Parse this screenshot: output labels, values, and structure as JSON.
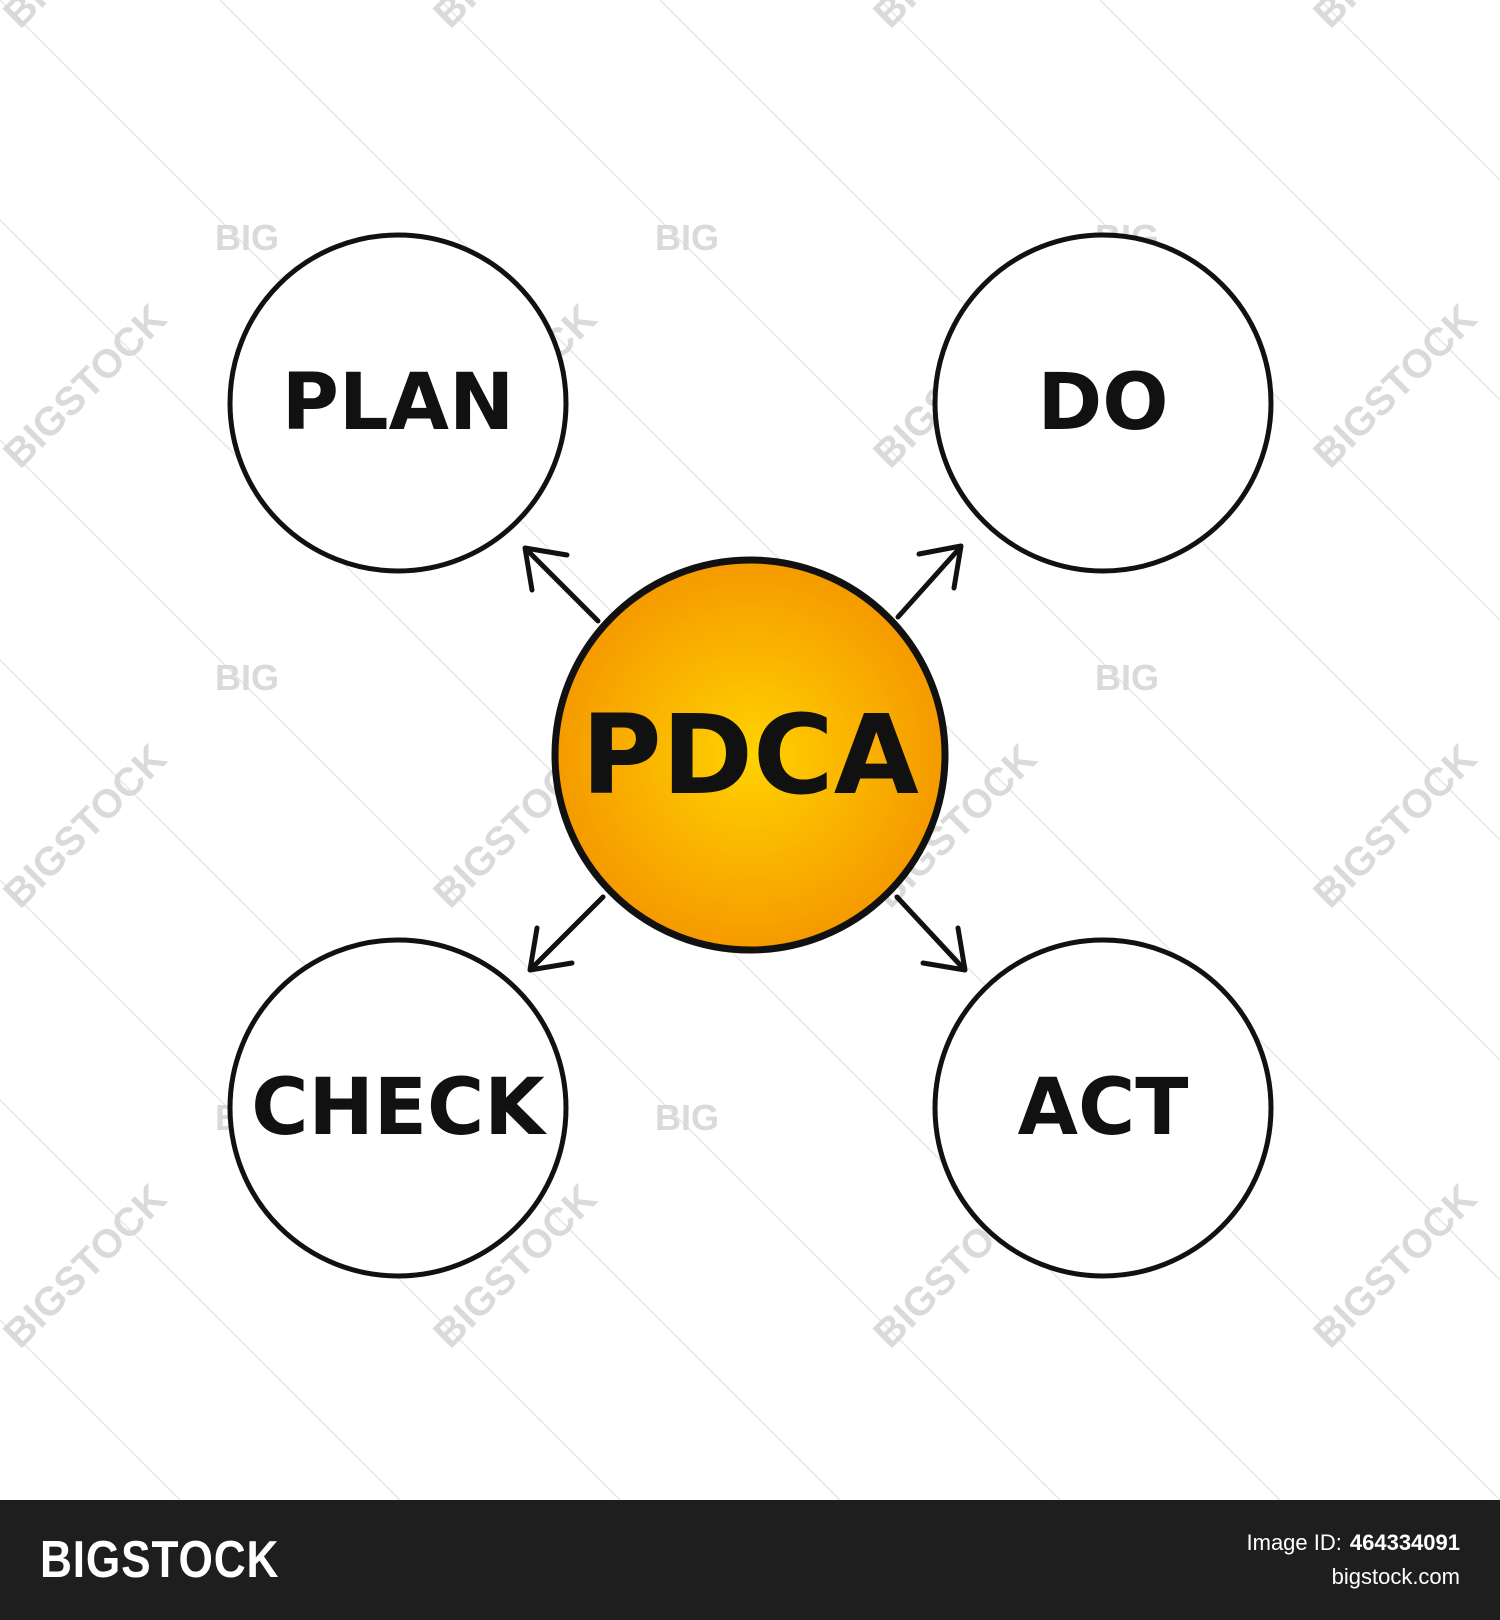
{
  "diagram": {
    "center_label": "PDCA",
    "nodes": [
      {
        "id": "plan",
        "label": "PLAN"
      },
      {
        "id": "do",
        "label": "DO"
      },
      {
        "id": "check",
        "label": "CHECK"
      },
      {
        "id": "act",
        "label": "ACT"
      }
    ],
    "center_fill_inner": "#ffd200",
    "center_fill_outer": "#f59a00"
  },
  "watermark": {
    "diagonal_text": "BIGSTOCK",
    "small_text": "BIG"
  },
  "footer": {
    "brand": "BIGSTOCK",
    "image_id_label": "Image ID:",
    "image_id": "464334091",
    "site": "bigstock.com"
  }
}
